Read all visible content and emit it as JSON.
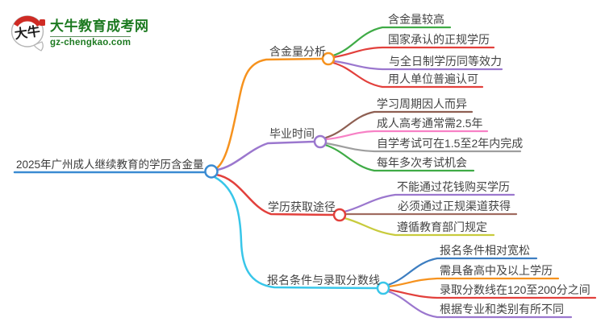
{
  "site": {
    "logo_mark_text": "大牛",
    "name": "大牛教育成考网",
    "domain": "gz-chengkao.com",
    "brand_green": "#1d7a21",
    "logo_red": "#cf2b24",
    "logo_ink": "#1b1b1b"
  },
  "mindmap": {
    "root": {
      "label": "2025年广州成人继续教育的学历含金量",
      "color": "#3a8bd2"
    },
    "branches": [
      {
        "label": "含金量分析",
        "color": "#f6921e",
        "leaves": [
          {
            "text": "含金量较高",
            "color": "#3fab46"
          },
          {
            "text": "国家承认的正规学历",
            "color": "#e2403c"
          },
          {
            "text": "与全日制学历同等效力",
            "color": "#9b77ce"
          },
          {
            "text": "用人单位普遍认可",
            "color": "#e2403c"
          }
        ]
      },
      {
        "label": "毕业时间",
        "color": "#9b77ce",
        "leaves": [
          {
            "text": "学习周期因人而异",
            "color": "#8e5f52"
          },
          {
            "text": "成人高考通常需2.5年",
            "color": "#f781c5"
          },
          {
            "text": "自学考试可在1.5至2年内完成",
            "color": "#9e9e9e"
          },
          {
            "text": "每年多次考试机会",
            "color": "#3fab46"
          }
        ]
      },
      {
        "label": "学历获取途径",
        "color": "#e2403c",
        "leaves": [
          {
            "text": "不能通过花钱购买学历",
            "color": "#9b77ce"
          },
          {
            "text": "必须通过正规渠道获得",
            "color": "#a06b60"
          },
          {
            "text": "遵循教育部门规定",
            "color": "#c8cb3d"
          }
        ]
      },
      {
        "label": "报名条件与录取分数线",
        "color": "#38c6e9",
        "leaves": [
          {
            "text": "报名条件相对宽松",
            "color": "#3d7ec1"
          },
          {
            "text": "需具备高中及以上学历",
            "color": "#f6921e"
          },
          {
            "text": "录取分数线在120至200分之间",
            "color": "#e2403c"
          },
          {
            "text": "根据专业和类别有所不同",
            "color": "#9b77ce"
          }
        ]
      }
    ]
  }
}
